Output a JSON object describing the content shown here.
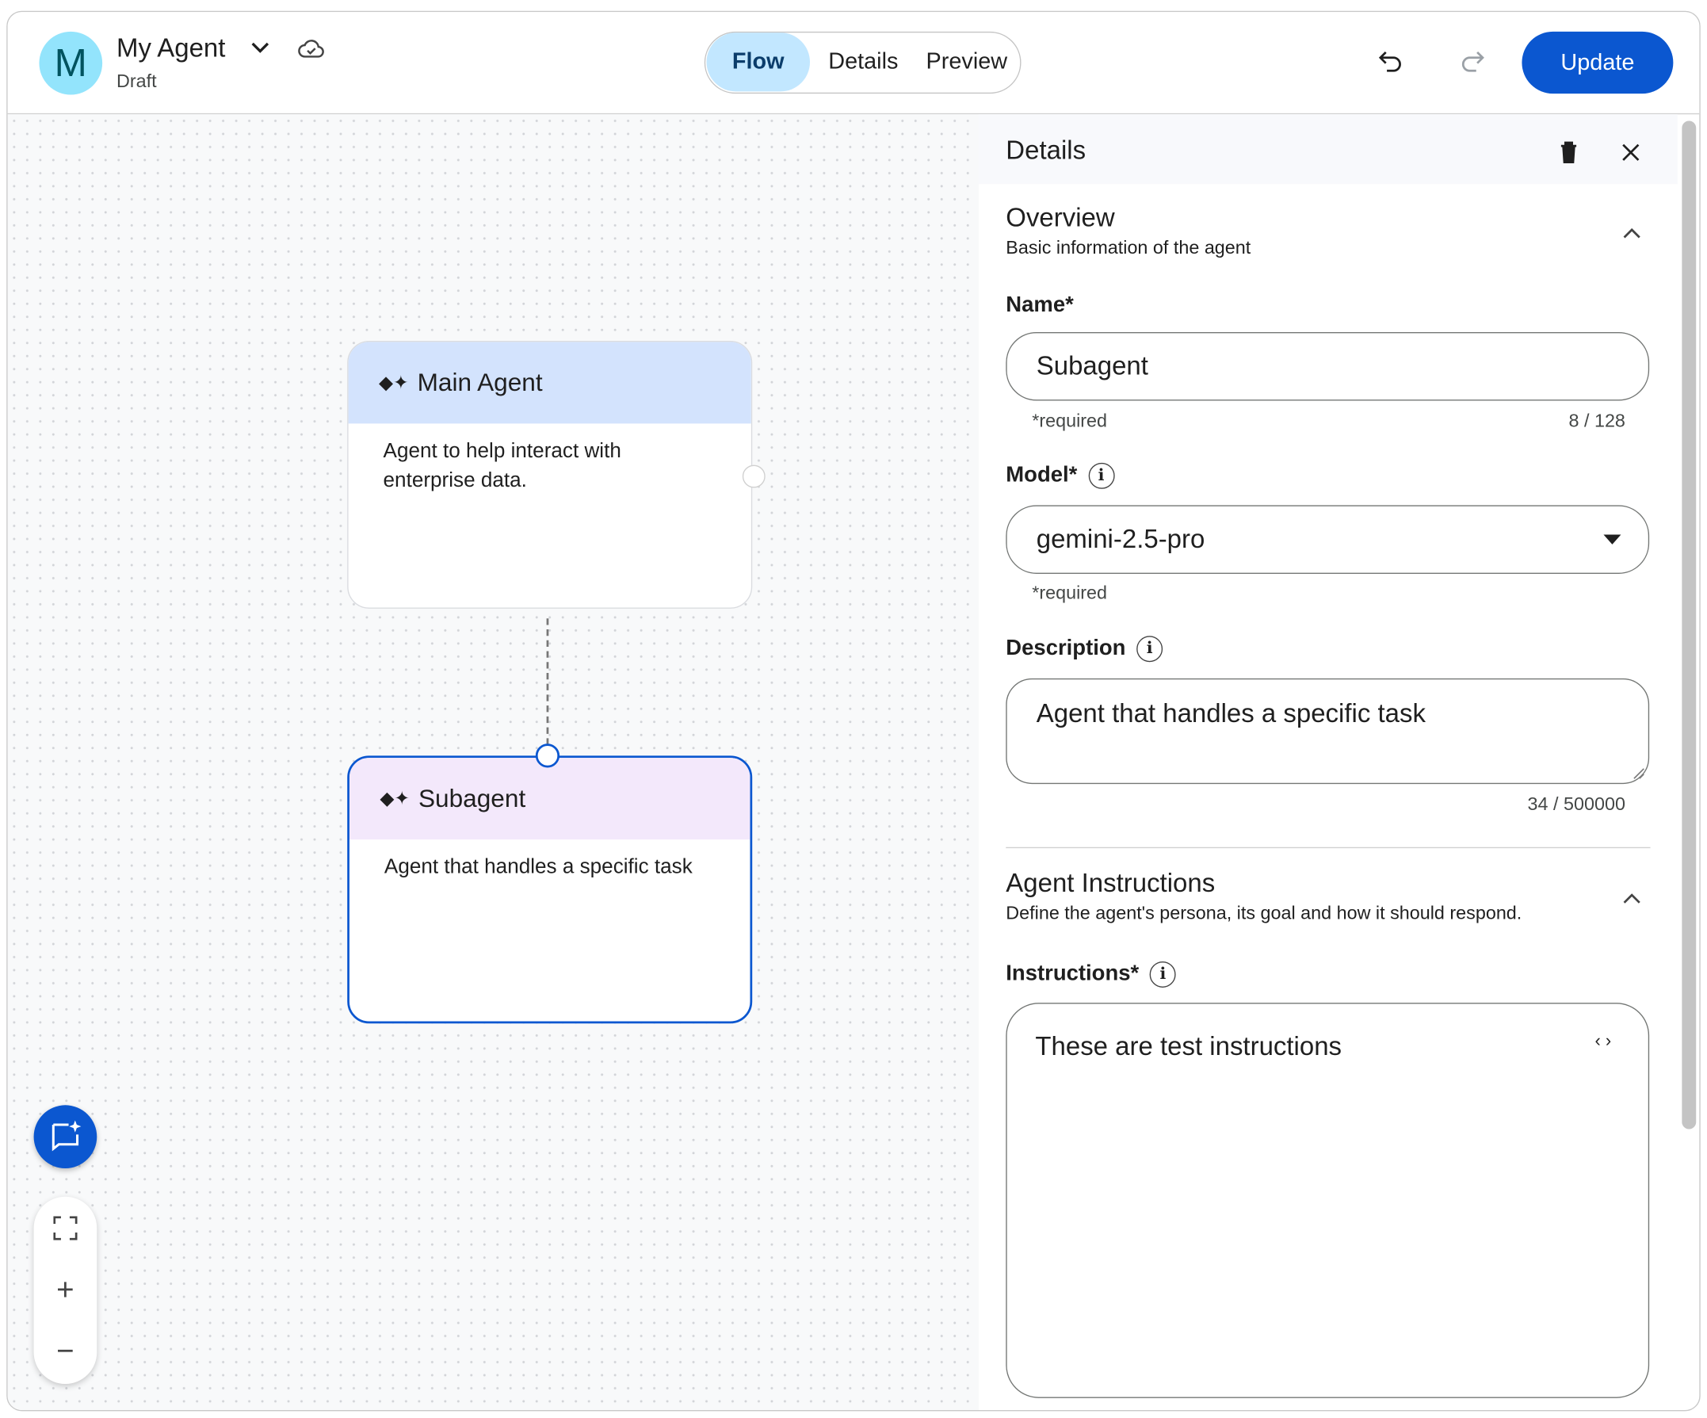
{
  "header": {
    "avatar_letter": "M",
    "agent_name": "My Agent",
    "status": "Draft",
    "tabs": [
      "Flow",
      "Details",
      "Preview"
    ],
    "active_tab": "Flow",
    "update_label": "Update"
  },
  "canvas": {
    "nodes": [
      {
        "title": "Main Agent",
        "description": "Agent to help interact with enterprise data."
      },
      {
        "title": "Subagent",
        "description": "Agent that handles a specific task"
      }
    ]
  },
  "panel": {
    "title": "Details",
    "overview": {
      "title": "Overview",
      "subtitle": "Basic information of the agent"
    },
    "name": {
      "label": "Name*",
      "value": "Subagent",
      "hint": "*required",
      "count": "8 / 128"
    },
    "model": {
      "label": "Model*",
      "value": "gemini-2.5-pro",
      "hint": "*required"
    },
    "description": {
      "label": "Description",
      "value": "Agent that handles a specific task",
      "count": "34 / 500000"
    },
    "instructions_section": {
      "title": "Agent Instructions",
      "subtitle": "Define the agent's persona, its goal and how it should respond."
    },
    "instructions": {
      "label": "Instructions*",
      "value": "These are test instructions"
    }
  },
  "colors": {
    "accent": "#0b57d0",
    "main_node_header": "#d3e3fd",
    "sub_node_header": "#f3e8fb",
    "avatar": "#93e4fc"
  }
}
